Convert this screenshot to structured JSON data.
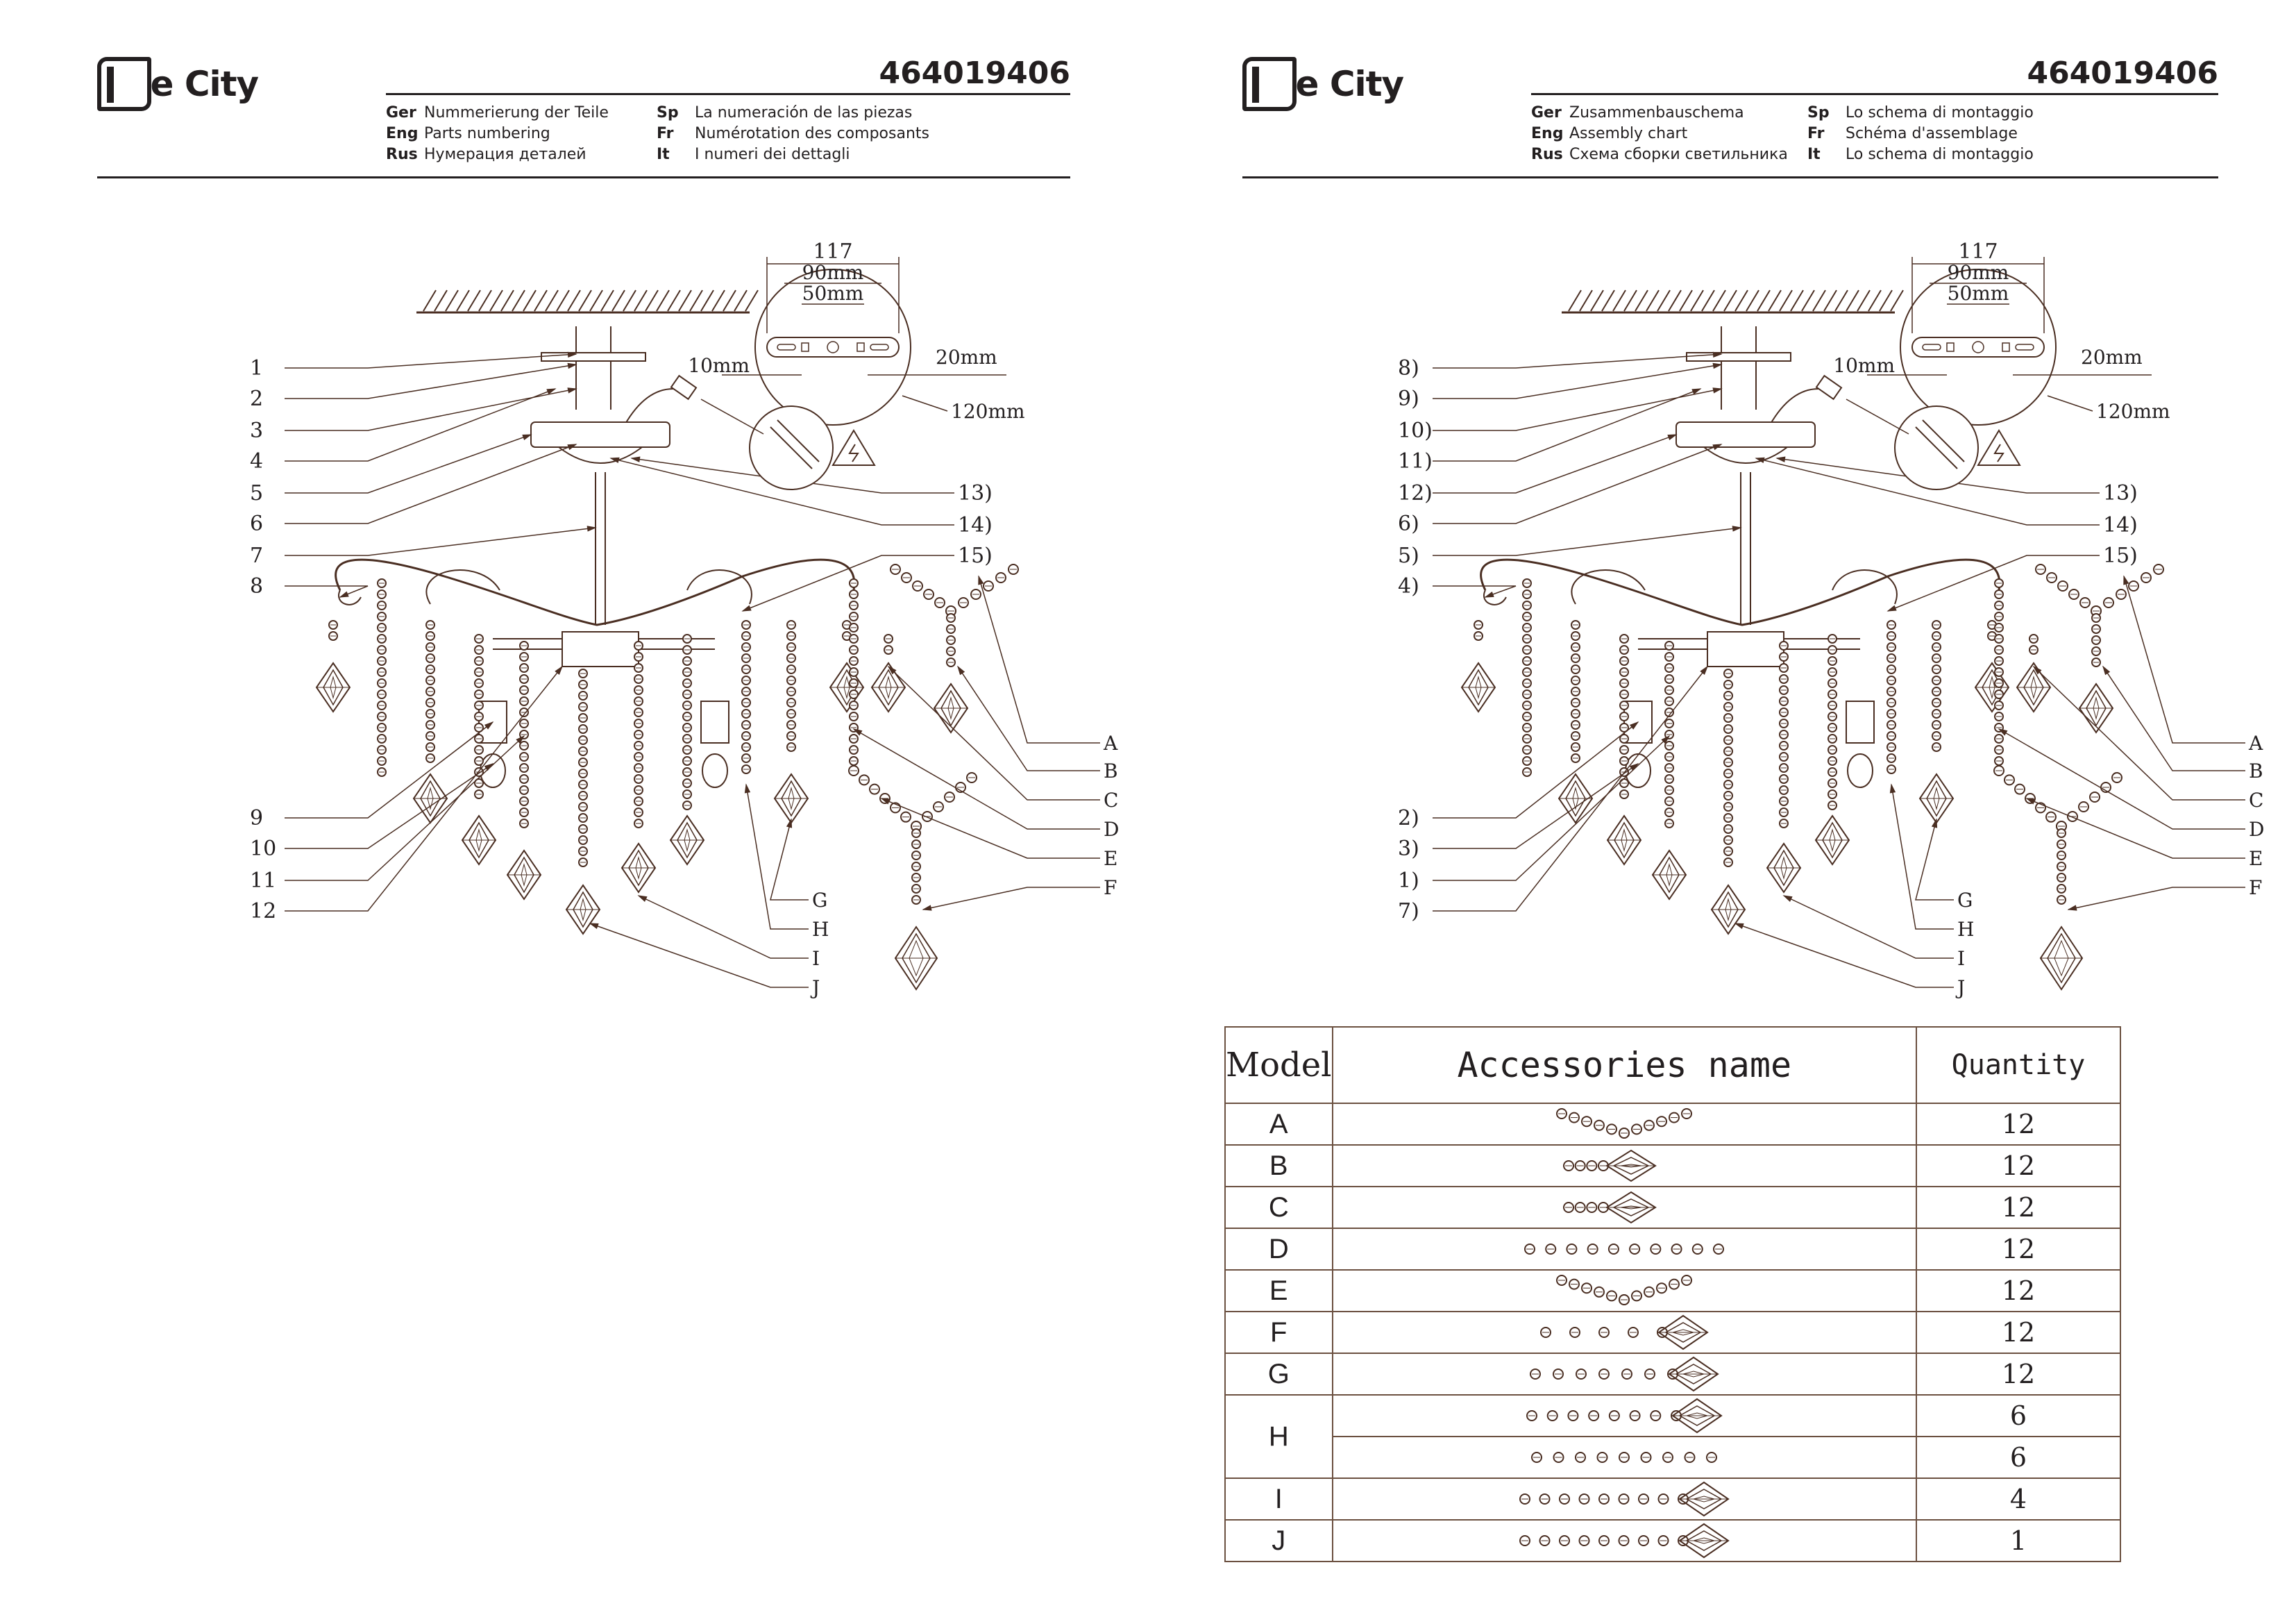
{
  "brand": "De City",
  "left_page": {
    "product_code": "464019406",
    "headings": [
      {
        "lang": "Ger",
        "text": "Nummerierung der Teile"
      },
      {
        "lang": "Eng",
        "text": "Parts numbering"
      },
      {
        "lang": "Rus",
        "text": "Нумерация деталей"
      },
      {
        "lang": "Sp",
        "text": "La numeración de las piezas"
      },
      {
        "lang": "Fr",
        "text": "Numérotation des composants"
      },
      {
        "lang": "It",
        "text": "I numeri dei dettagli"
      }
    ],
    "left_callouts": [
      "1",
      "2",
      "3",
      "4",
      "5",
      "6",
      "7",
      "8",
      "9",
      "10",
      "11",
      "12"
    ],
    "right_callouts": [
      "13)",
      "14)",
      "15)"
    ]
  },
  "right_page": {
    "product_code": "464019406",
    "headings": [
      {
        "lang": "Ger",
        "text": "Zusammenbauschema"
      },
      {
        "lang": "Eng",
        "text": "Assembly chart"
      },
      {
        "lang": "Rus",
        "text": "Схема сборки светильника"
      },
      {
        "lang": "Sp",
        "text": "Lo schema di montaggio"
      },
      {
        "lang": "Fr",
        "text": "Schéma d'assemblage"
      },
      {
        "lang": "It",
        "text": "Lo schema di montaggio"
      }
    ],
    "left_callouts": [
      "8)",
      "9)",
      "10)",
      "11)",
      "12)",
      "6)",
      "5)",
      "4)",
      "2)",
      "3)",
      "1)",
      "7)"
    ],
    "right_callouts": [
      "13)",
      "14)",
      "15)"
    ]
  },
  "accessory_letters": [
    "A",
    "B",
    "C",
    "D",
    "E",
    "F",
    "G",
    "H",
    "I",
    "J"
  ],
  "bracket_dimensions": {
    "overall": "117",
    "inner": "90mm",
    "hole": "50mm",
    "left": "10mm",
    "right": "20mm",
    "diameter": "120mm"
  },
  "accessories_table": {
    "headers": {
      "model": "Model",
      "name": "Accessories name",
      "quantity": "Quantity"
    },
    "rows": [
      {
        "model": "A",
        "qty": "12",
        "icon": "v-chain-icon"
      },
      {
        "model": "B",
        "qty": "12",
        "icon": "short-chain-crystal-icon"
      },
      {
        "model": "C",
        "qty": "12",
        "icon": "short-chain-crystal-icon"
      },
      {
        "model": "D",
        "qty": "12",
        "icon": "long-chain-icon"
      },
      {
        "model": "E",
        "qty": "12",
        "icon": "v-chain-small-icon"
      },
      {
        "model": "F",
        "qty": "12",
        "icon": "chain-crystal-icon"
      },
      {
        "model": "G",
        "qty": "12",
        "icon": "chain-crystal-icon"
      },
      {
        "model": "H",
        "qty": "6",
        "icon": "chain-crystal-icon"
      },
      {
        "model": "",
        "qty": "6",
        "icon": "long-chain-icon"
      },
      {
        "model": "I",
        "qty": "4",
        "icon": "chain-crystal-icon"
      },
      {
        "model": "J",
        "qty": "1",
        "icon": "chain-crystal-icon"
      }
    ]
  }
}
